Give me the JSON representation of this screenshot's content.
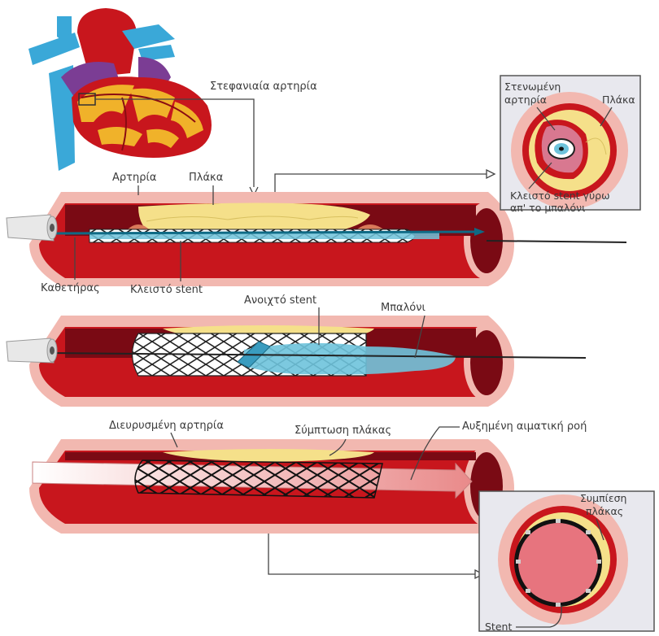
{
  "labels": {
    "coronary_artery": "Στεφανιαία αρτηρία",
    "artery": "Αρτηρία",
    "plaque": "Πλάκα",
    "catheter": "Καθετήρας",
    "closed_stent": "Κλειστό stent",
    "open_stent": "Ανοιχτό stent",
    "balloon": "Μπαλόνι",
    "widened_artery": "Διευρυσμένη αρτηρία",
    "plaque_compression": "Σύμπτωση πλάκας",
    "increased_blood_flow": "Αυξημένη αιματική ροή"
  },
  "inset_top": {
    "narrowed_artery_line1": "Στενωμένη",
    "narrowed_artery_line2": "αρτηρία",
    "plaque": "Πλάκα",
    "closed_stent_line1": "Κλειστό stent γύρω",
    "closed_stent_line2": "απ' το μπαλόνι"
  },
  "inset_bottom": {
    "compression_line1": "Συμπίεση",
    "compression_line2": "πλάκας",
    "stent": "Stent"
  },
  "colors": {
    "artery_red": "#c8161d",
    "artery_dark": "#7a0a14",
    "vessel_wall": "#f2b8b0",
    "plaque": "#f5e08a",
    "balloon": "#6ec3db",
    "inset_bg": "#e8e8ee"
  }
}
